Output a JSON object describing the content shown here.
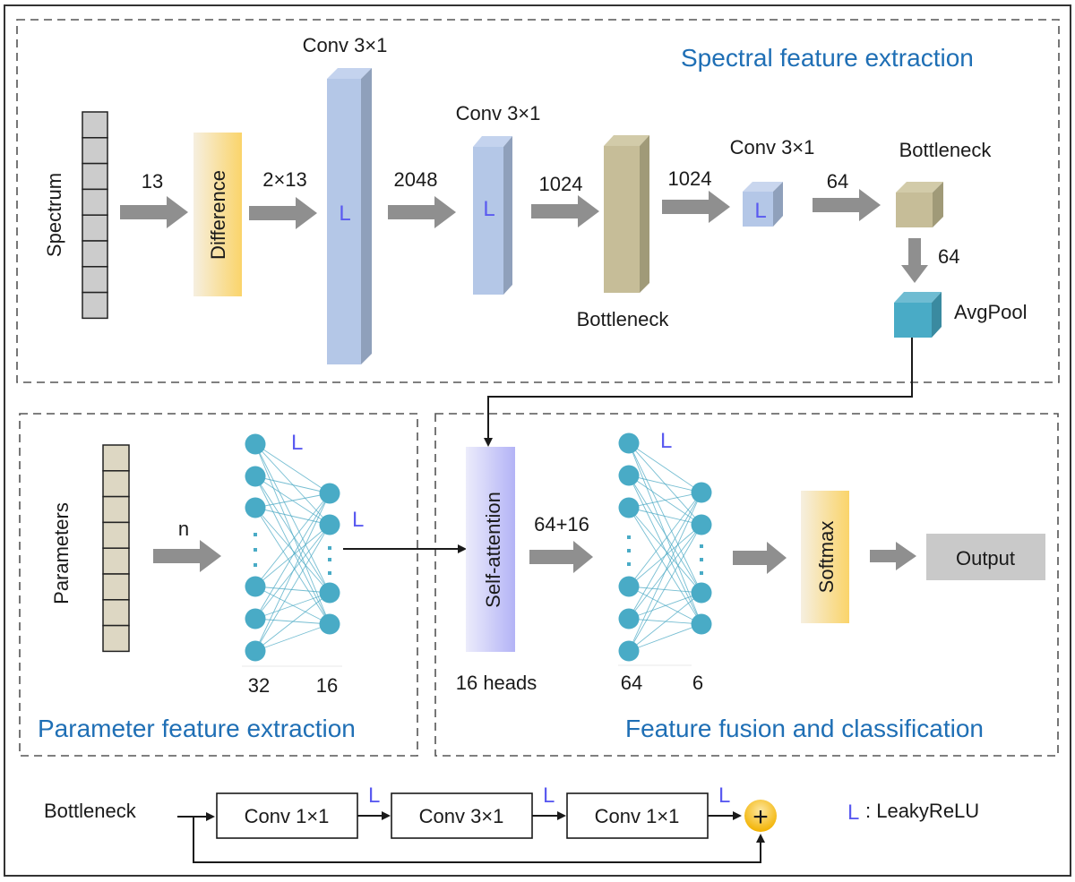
{
  "sections": {
    "spectral": "Spectral feature extraction",
    "parameter": "Parameter feature extraction",
    "fusion": "Feature fusion and classification"
  },
  "spectral_branch": {
    "input_label": "Spectrum",
    "input_cells": 8,
    "arrow_labels": [
      "13",
      "2×13",
      "2048",
      "1024",
      "1024",
      "64",
      "64"
    ],
    "difference_label": "Difference",
    "conv1_label": "Conv 3×1",
    "conv2_label": "Conv 3×1",
    "bottleneck1_label": "Bottleneck",
    "conv3_label": "Conv 3×1",
    "bottleneck2_label": "Bottleneck",
    "avgpool_label": "AvgPool",
    "activation_glyph": "L"
  },
  "parameter_branch": {
    "input_label": "Parameters",
    "input_cells": 8,
    "arrow_label": "n",
    "layer_sizes": [
      "32",
      "16"
    ],
    "activation_glyph": "L"
  },
  "fusion_branch": {
    "attention_label": "Self-attention",
    "attention_caption": "16 heads",
    "concat_label": "64+16",
    "layer_sizes": [
      "64",
      "6"
    ],
    "softmax_label": "Softmax",
    "output_label": "Output",
    "activation_glyph": "L"
  },
  "bottleneck_block": {
    "input_label": "Bottleneck",
    "stages": [
      "Conv 1×1",
      "Conv 3×1",
      "Conv 1×1"
    ],
    "sum_glyph": "+",
    "activation_glyph": "L"
  },
  "legend": {
    "glyph": "L",
    "text": ": LeakyReLU"
  },
  "colors": {
    "section_title": "#1f6fb5",
    "activation": "#5a5af0",
    "conv_front": "#b4c7e7",
    "bottleneck_front": "#c6bd98",
    "avgpool_front": "#49abc6",
    "node": "#49abc6",
    "arrow": "#8f8f8f",
    "output_box": "#c9c9c9",
    "sum_node": "#f5b800"
  }
}
